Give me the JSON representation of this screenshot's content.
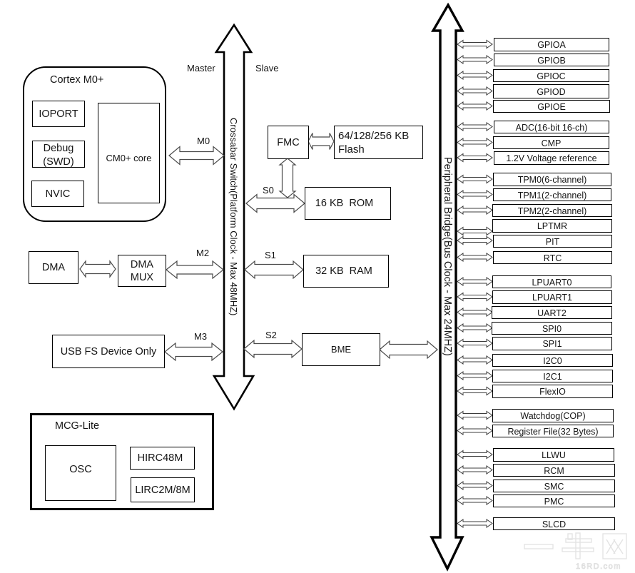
{
  "diagram": {
    "crossbar": {
      "label": "Crossabar Switch(Platform Clock - Max 48MHZ)"
    },
    "bridge": {
      "label": "Peripheral Bridge(Bus Clock - Max 24MHZ)"
    },
    "side_labels": {
      "master": "Master",
      "slave": "Slave"
    },
    "cortex": {
      "title": "Cortex M0+",
      "ioport": "IOPORT",
      "debug_line1": "Debug",
      "debug_line2": "(SWD)",
      "nvic": "NVIC",
      "core": "CM0+ core"
    },
    "master_ports": {
      "m0": "M0",
      "m2": "M2",
      "m3": "M3"
    },
    "slave_ports": {
      "s0": "S0",
      "s1": "S1",
      "s2": "S2"
    },
    "dma": {
      "label": "DMA",
      "mux_line1": "DMA",
      "mux_line2": "MUX"
    },
    "usb": "USB FS Device Only",
    "fmc": "FMC",
    "flash": {
      "line1": "64/128/256 KB",
      "line2": "Flash"
    },
    "rom": "16 KB  ROM",
    "ram": "32 KB  RAM",
    "bme": "BME",
    "mcg": {
      "title": "MCG-Lite",
      "osc": "OSC",
      "hirc": "HIRC48M",
      "lirc": "LIRC2M/8M"
    },
    "peripherals": [
      "GPIOA",
      "GPIOB",
      "GPIOC",
      "GPIOD",
      "GPIOE",
      "ADC(16-bit 16-ch)",
      "CMP",
      "1.2V Voltage reference",
      "TPM0(6-channel)",
      "TPM1(2-channel)",
      "TPM2(2-channel)",
      "LPTMR",
      "PIT",
      "RTC",
      "LPUART0",
      "LPUART1",
      "UART2",
      "SPI0",
      "SPI1",
      "I2C0",
      "I2C1",
      "FlexIO",
      "Watchdog(COP)",
      "Register File(32 Bytes)",
      "LLWU",
      "RCM",
      "SMC",
      "PMC",
      "SLCD"
    ]
  },
  "watermark": {
    "cjk": "一牛网",
    "latin": "16RD.com"
  }
}
